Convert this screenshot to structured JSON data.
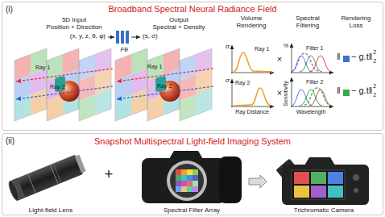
{
  "diagram": {
    "nodes": [
      {
        "text": [
          "(i)",
          "Broadband Spectral Neural Radiance Field"
        ]
      },
      {
        "text": [
          "Fθ"
        ],
        "in": 0
      },
      {
        "text": [
          "(ii)",
          "Snapshot Multispectral Light-field Imaging System"
        ]
      },
      {
        "text": [
          "Light-field Lens"
        ],
        "in": 2
      },
      {
        "text": [
          "Spectral Filter Array"
        ],
        "in": 2
      },
      {
        "text": [
          "Trichromatic Camera"
        ],
        "in": 2
      }
    ],
    "edges": [
      {
        "from": 4,
        "to": 5,
        "arrow": "to"
      }
    ],
    "labels": [
      "5D Input",
      "Position + Direction",
      "(x, y, z, θ, φ)",
      "Output",
      "Spectral + Density",
      "(s, σ)",
      "Ray 1",
      "Ray 2",
      "Ray 1",
      "Ray 2",
      "Volume Rendering",
      "Spectral Filtering",
      "Rendering Loss",
      "σ",
      "Ray 1",
      "σ",
      "Ray 2",
      "Ray Distance",
      "×",
      "×",
      "%",
      "Filter 1",
      "Sensitivity",
      "Filter 2",
      "Wavelength",
      "‖",
      "− g.t‖",
      "2",
      "2",
      "‖",
      "− g.t‖",
      "2",
      "2",
      "+"
    ]
  }
}
